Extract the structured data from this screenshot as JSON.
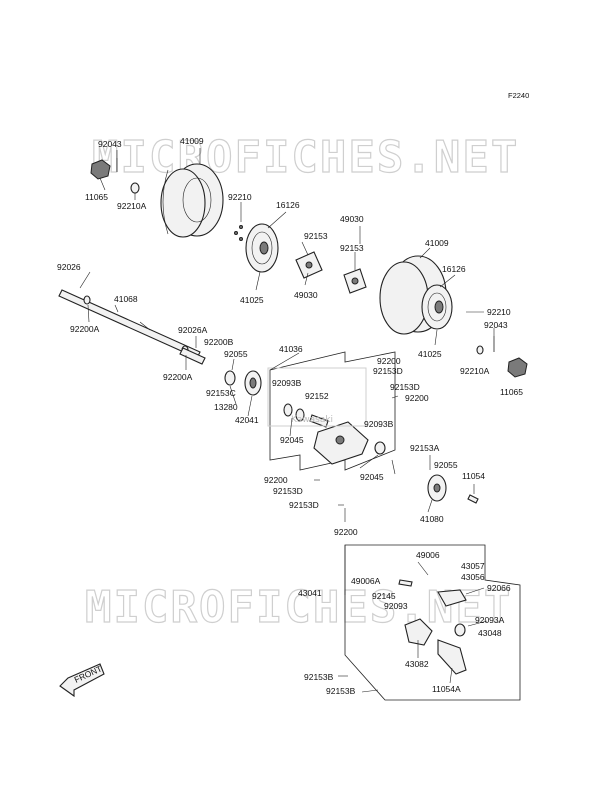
{
  "figure_ref": "F2240",
  "watermark": "MICROFICHES.NET",
  "brand_mark": "Kawasaki",
  "front_label": "FRONT",
  "labels": {
    "p92043_top": "92043",
    "p41009_left": "41009",
    "p11065_left": "11065",
    "p92210A_left": "92210A",
    "p92210_left": "92210",
    "p16126_left": "16126",
    "p49030_top": "49030",
    "p92153_mid": "92153",
    "p49030_mid": "49030",
    "p92153_mid2": "92153",
    "p41025_left": "41025",
    "p41009_right": "41009",
    "p16126_right": "16126",
    "p92210_right": "92210",
    "p92043_right": "92043",
    "p41025_right": "41025",
    "p92210A_right": "92210A",
    "p11065_right": "11065",
    "p92026": "92026",
    "p41068": "41068",
    "p92200A_a": "92200A",
    "p92026A": "92026A",
    "p92200B": "92200B",
    "p92055_a": "92055",
    "p92200A_b": "92200A",
    "p92153C": "92153C",
    "p13280": "13280",
    "p42041": "42041",
    "p41036": "41036",
    "p92093B_a": "92093B",
    "p92152": "92152",
    "p92045_a": "92045",
    "p92200_a": "92200",
    "p92153D_a": "92153D",
    "p92153D_b": "92153D",
    "p92200_b": "92200",
    "p92093B_b": "92093B",
    "p92045_b": "92045",
    "p92153A": "92153A",
    "p92055_b": "92055",
    "p11054": "11054",
    "p41080": "41080",
    "p92200_c": "92200",
    "p92153D_c": "92153D",
    "p92153D_d": "92153D",
    "p92200_d": "92200",
    "p49006": "49006",
    "p43057": "43057",
    "p49006A": "49006A",
    "p43056": "43056",
    "p43041": "43041",
    "p92145": "92145",
    "p92066": "92066",
    "p92093": "92093",
    "p92093A": "92093A",
    "p43048": "43048",
    "p43082": "43082",
    "p92153B_a": "92153B",
    "p92153B_b": "92153B",
    "p11054A": "11054A"
  }
}
